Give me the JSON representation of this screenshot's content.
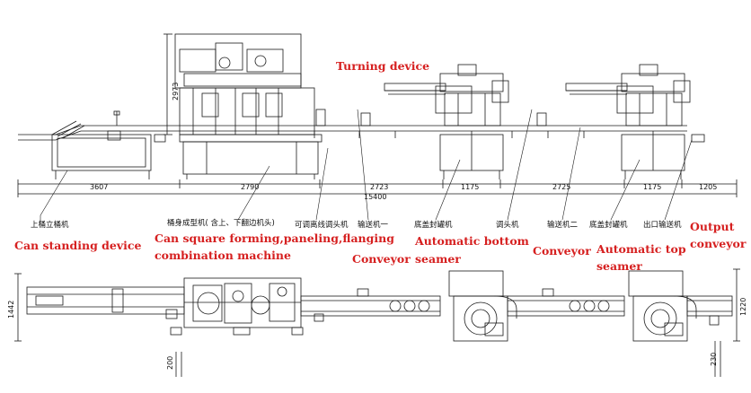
{
  "title_labels": {
    "turning_device": "Turning device",
    "can_standing_device": "Can standing device",
    "can_square_forming_1": "Can square forming,paneling,flanging",
    "can_square_forming_2": "combination machine",
    "conveyor_1": "Conveyor",
    "auto_bottom_1": "Automatic bottom",
    "auto_bottom_2": "seamer",
    "conveyor_2": "Conveyor",
    "auto_top_1": "Automatic top",
    "auto_top_2": "seamer",
    "output_1": "Output",
    "output_2": "conveyor"
  },
  "chinese_labels": {
    "can_standing": "上桶立桶机",
    "forming": "桶身成型机( 含上、下翻边机头)",
    "adjustable_head": "可调离线调头机",
    "conveyor_one": "输送机一",
    "bottom_seamer": "底盖封罐机",
    "turn_head": "调头机",
    "conveyor_two": "输送机二",
    "top_seamer": "底盖封罐机",
    "output": "出口输送机"
  },
  "dimensions": {
    "height_2973": "2973",
    "d3607": "3607",
    "d2790": "2790",
    "d2723": "2723",
    "d1175a": "1175",
    "d2725": "2725",
    "d1175b": "1175",
    "d1205": "1205",
    "total": "15400",
    "width_1442": "1442",
    "width_1220": "1220",
    "d200": "200",
    "d230": "230"
  },
  "colors": {
    "label_red": "#d62020",
    "line": "#1a1a1a"
  }
}
